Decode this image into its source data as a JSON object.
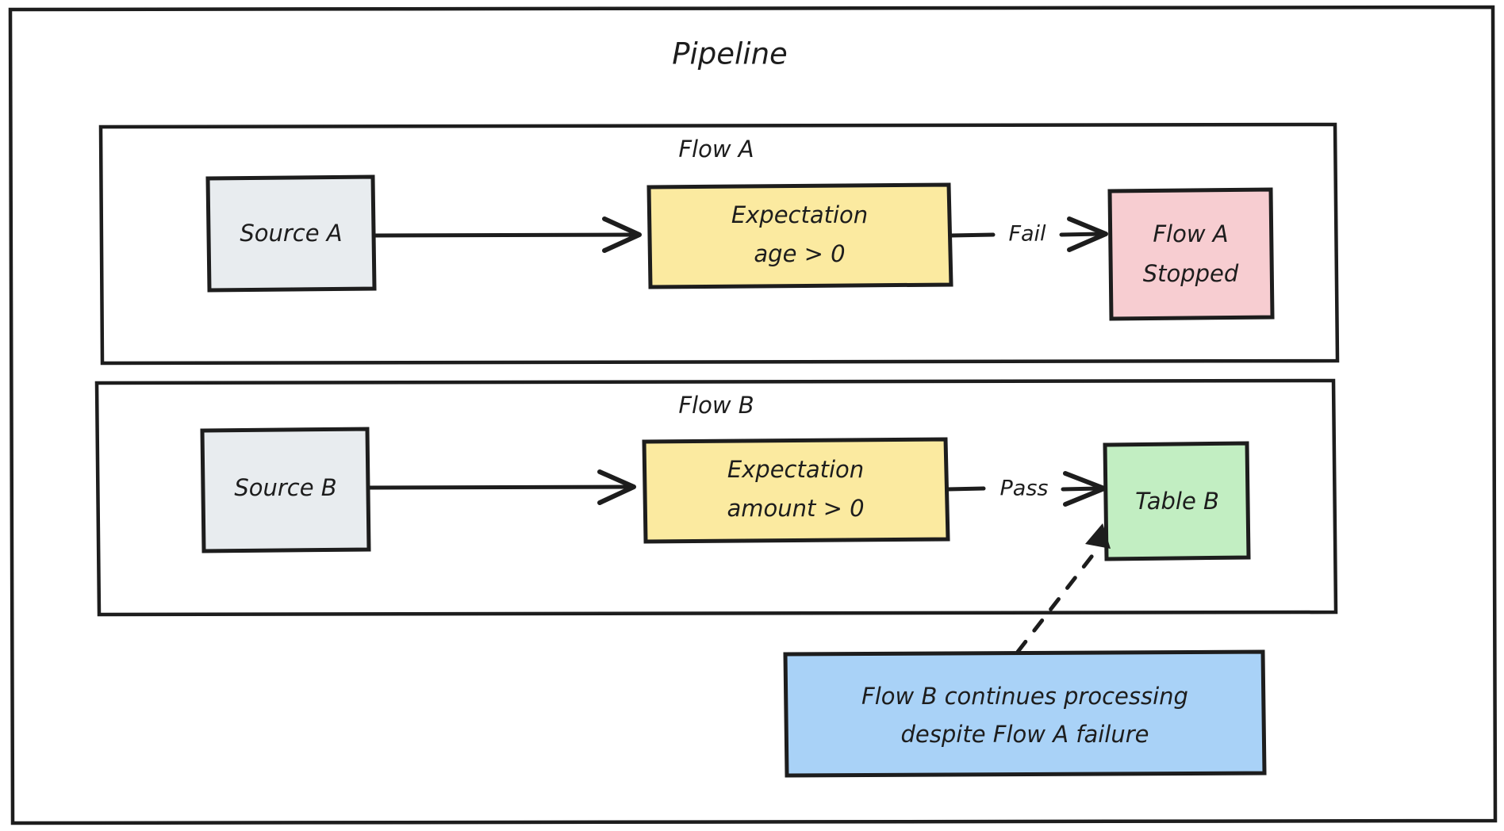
{
  "diagram": {
    "title": "Pipeline",
    "type": "flowchart",
    "colors": {
      "background": "#ffffff",
      "stroke": "#1d1d1d",
      "source_fill": "#e8ecef",
      "expectation_fill": "#fbeaa0",
      "stopped_fill": "#f7cdd1",
      "table_fill": "#c2eec2",
      "note_fill": "#a9d2f7"
    },
    "groups": [
      {
        "id": "flow-a",
        "label": "Flow A",
        "nodes": [
          {
            "id": "source-a",
            "label": "Source A",
            "shape": "rect",
            "fill": "#e8ecef"
          },
          {
            "id": "expect-a",
            "label_line1": "Expectation",
            "label_line2": "age > 0",
            "shape": "rect",
            "fill": "#fbeaa0"
          },
          {
            "id": "flow-a-stop",
            "label_line1": "Flow A",
            "label_line2": "Stopped",
            "shape": "rect",
            "fill": "#f7cdd1"
          }
        ],
        "edges": [
          {
            "from": "source-a",
            "to": "expect-a",
            "label": "",
            "style": "solid"
          },
          {
            "from": "expect-a",
            "to": "flow-a-stop",
            "label": "Fail",
            "style": "solid"
          }
        ]
      },
      {
        "id": "flow-b",
        "label": "Flow B",
        "nodes": [
          {
            "id": "source-b",
            "label": "Source B",
            "shape": "rect",
            "fill": "#e8ecef"
          },
          {
            "id": "expect-b",
            "label_line1": "Expectation",
            "label_line2": "amount > 0",
            "shape": "rect",
            "fill": "#fbeaa0"
          },
          {
            "id": "table-b",
            "label": "Table B",
            "shape": "rect",
            "fill": "#c2eec2"
          }
        ],
        "edges": [
          {
            "from": "source-b",
            "to": "expect-b",
            "label": "",
            "style": "solid"
          },
          {
            "from": "expect-b",
            "to": "table-b",
            "label": "Pass",
            "style": "solid"
          }
        ]
      }
    ],
    "notes": [
      {
        "id": "note-flow-b",
        "line1": "Flow B continues processing",
        "line2": "despite Flow A failure",
        "fill": "#a9d2f7",
        "attaches_to": "table-b",
        "connector_style": "dashed"
      }
    ]
  }
}
